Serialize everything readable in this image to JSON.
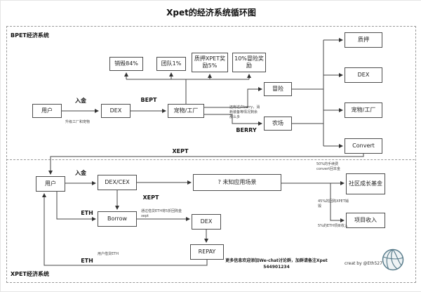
{
  "title": "Xpet的经济系统循环图",
  "top_section": {
    "label": "BPET经济系统",
    "nodes": {
      "user": "用户",
      "dex": "DEX",
      "pet_factory": "宠物/工厂",
      "burn": "销毁84%",
      "team": "团队1%",
      "stake_reward": "质押XPET奖励5%",
      "adventure_reward": "10%冒险奖励",
      "adventure": "冒险",
      "farm": "农场",
      "stake": "质押",
      "dex2": "DEX",
      "pet_factory2": "宠物/工厂",
      "convert": "Convert"
    },
    "edge_labels": {
      "deposit": "入金",
      "bept": "BEPT",
      "berry": "BERRY",
      "xept": "XEPT"
    },
    "notes": {
      "upgrade": "升级工厂和宠物",
      "factory": "还有过户berry，消耗装备等情况剩余那么多"
    }
  },
  "bottom_section": {
    "label": "XPET经济系统",
    "nodes": {
      "user": "用户",
      "dex_cex": "DEX/CEX",
      "unknown": "? 未知应用场景",
      "borrow": "Borrow",
      "dex": "DEX",
      "repay": "REPAY",
      "community_fund": "社区成长基金",
      "project_income": "项目收入"
    },
    "edge_labels": {
      "deposit": "入金",
      "xept": "XEPT",
      "eth_top": "ETH",
      "eth_bottom": "ETH"
    },
    "notes": {
      "borrow": "通过借贷ETH将5折回购金xept",
      "fee": "50%的手续费convert回本金",
      "buyback": "45%的回购XPET销毁",
      "income": "5%的ETH项目收入",
      "user_borrow": "用户借贷ETH"
    }
  },
  "footer": {
    "contact_line1": "更多信息欢迎添加We-chat讨论群，加群请备注Xpet",
    "contact_line2": "544901234",
    "credit": "creat by @Eth527"
  }
}
